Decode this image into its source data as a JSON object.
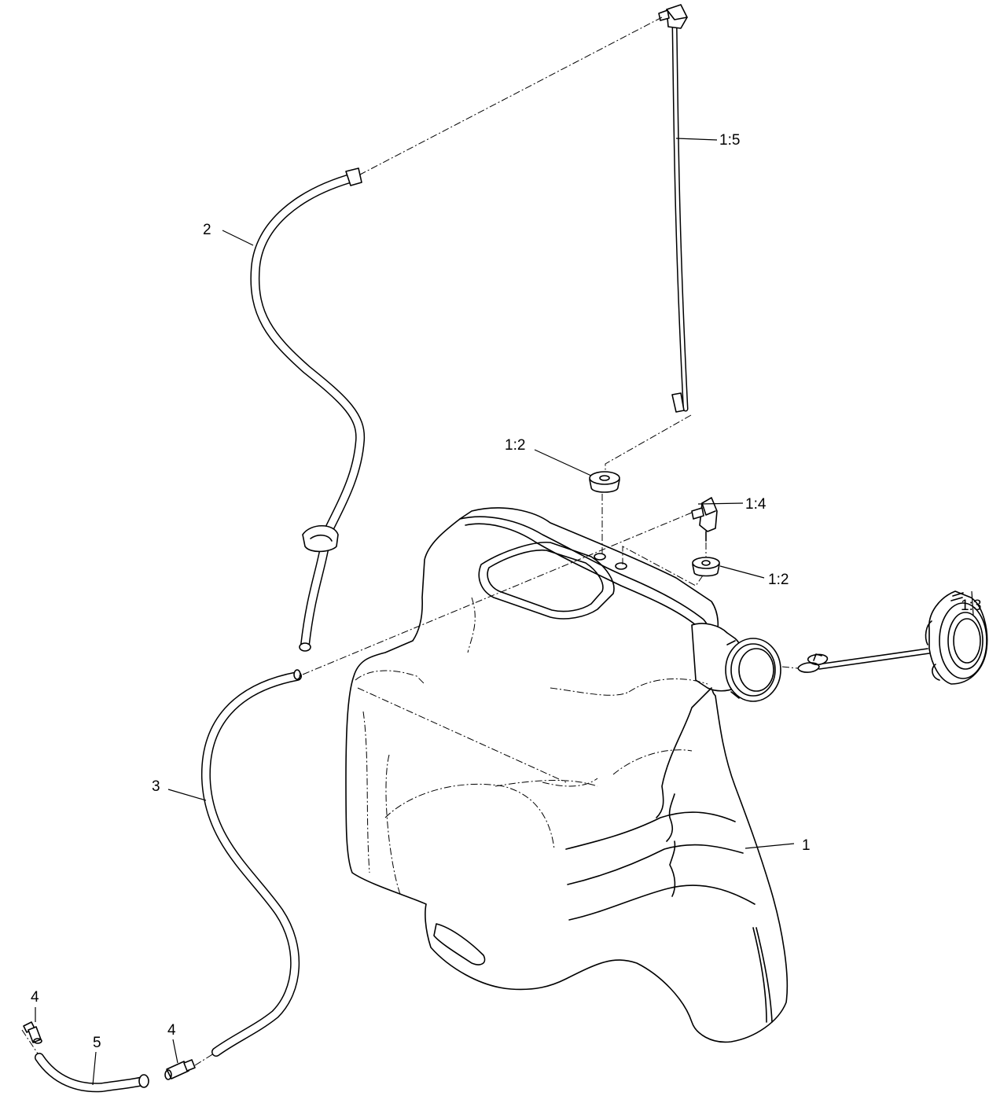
{
  "callouts": {
    "c1": "1",
    "c1_2a": "1:2",
    "c1_2b": "1:2",
    "c1_3": "1:3",
    "c1_4": "1:4",
    "c1_5": "1:5",
    "c2": "2",
    "c3": "3",
    "c4a": "4",
    "c4b": "4",
    "c5": "5"
  }
}
